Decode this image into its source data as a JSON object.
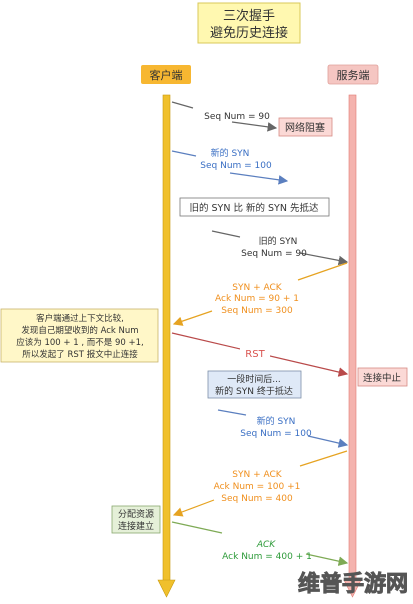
{
  "title": {
    "line1": "三次握手",
    "line2": "避免历史连接"
  },
  "client": {
    "label": "客户端"
  },
  "server": {
    "label": "服务端"
  },
  "colors": {
    "client_bar": "#f0c02c",
    "client_bar_stroke": "#c89a10",
    "server_bar": "#f4b3ae",
    "server_bar_stroke": "#e07a73",
    "client_label_bg": "#f7b731",
    "server_label_bg": "#f5c6c2",
    "title_bg": "#fff8b0",
    "note_bg": "#dfe9f7",
    "note_border": "#7c8ea8",
    "pink_note_bg": "#fbd9d6",
    "pink_note_border": "#d88b84",
    "yellow_note_bg": "#fff7c8",
    "yellow_note_border": "#c9b46b",
    "green_note_bg": "#e5f0d8",
    "green_note_border": "#8aa86f",
    "msg_gray": "#666666",
    "msg_blue": "#5b7fbf",
    "msg_orange": "#e6a321",
    "msg_red": "#b94a4a",
    "msg_green": "#7eaa55",
    "text_dark": "#333333",
    "text_blue": "#3a6fc4",
    "text_orange": "#f0901f",
    "text_red": "#d9534f",
    "text_green": "#2e9b3a"
  },
  "messages": [
    {
      "id": "m1",
      "lines": [
        "Seq Num = 90"
      ],
      "color_key": "msg_gray",
      "text_color_key": "text_dark"
    },
    {
      "id": "m2",
      "lines": [
        "新的 SYN",
        "Seq Num = 100"
      ],
      "color_key": "msg_blue",
      "text_color_key": "text_blue"
    },
    {
      "id": "m3",
      "lines": [
        "旧的 SYN",
        "Seq Num = 90"
      ],
      "color_key": "msg_gray",
      "text_color_key": "text_dark"
    },
    {
      "id": "m4",
      "lines": [
        "SYN + ACK",
        "Ack Num =  90 + 1",
        "Seq Num = 300"
      ],
      "color_key": "msg_orange",
      "text_color_key": "text_orange"
    },
    {
      "id": "m5",
      "lines": [
        "RST"
      ],
      "color_key": "msg_red",
      "text_color_key": "text_red"
    },
    {
      "id": "m6",
      "lines": [
        "新的 SYN",
        "Seq Num = 100"
      ],
      "color_key": "msg_blue",
      "text_color_key": "text_blue"
    },
    {
      "id": "m7",
      "lines": [
        "SYN + ACK",
        "Ack Num =  100 +1",
        "Seq Num = 400"
      ],
      "color_key": "msg_orange",
      "text_color_key": "text_orange"
    },
    {
      "id": "m8",
      "lines": [
        "ACK",
        "Ack Num = 400 + 1"
      ],
      "color_key": "msg_green",
      "text_color_key": "text_green"
    }
  ],
  "notes": {
    "network_blocked": "网络阻塞",
    "old_syn_first": "旧的 SYN 比 新的 SYN 先抵达",
    "client_context": [
      "客户端通过上下文比较,",
      "发现自己期望收到的 Ack Num",
      "应该为 100 + 1 , 而不是 90 +1,",
      "所以发起了 RST 报文中止连接"
    ],
    "abort_connection": "连接中止",
    "later": [
      "一段时间后...",
      "新的 SYN 终于抵达"
    ],
    "allocate": [
      "分配资源",
      "连接建立"
    ]
  },
  "watermark": "维普手游网"
}
